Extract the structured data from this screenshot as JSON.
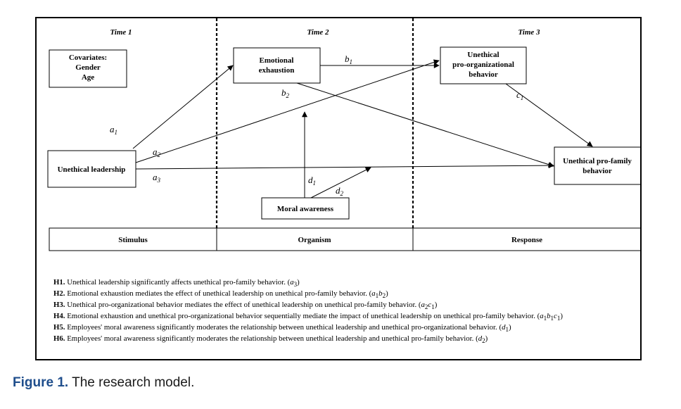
{
  "times": {
    "t1": "Time 1",
    "t2": "Time 2",
    "t3": "Time 3"
  },
  "boxes": {
    "covariates": [
      "Covariates:",
      "Gender",
      "Age"
    ],
    "leadership": [
      "Unethical leadership"
    ],
    "exhaustion": [
      "Emotional",
      "exhaustion"
    ],
    "upob": [
      "Unethical",
      "pro-organizational",
      "behavior"
    ],
    "upfb": [
      "Unethical pro-family",
      "behavior"
    ],
    "moral": [
      "Moral awareness"
    ]
  },
  "paths": {
    "a1": {
      "l": "a",
      "s": "1"
    },
    "a2": {
      "l": "a",
      "s": "2"
    },
    "a3": {
      "l": "a",
      "s": "3"
    },
    "b1": {
      "l": "b",
      "s": "1"
    },
    "b2": {
      "l": "b",
      "s": "2"
    },
    "c1": {
      "l": "c",
      "s": "1"
    },
    "d1": {
      "l": "d",
      "s": "1"
    },
    "d2": {
      "l": "d",
      "s": "2"
    }
  },
  "sor": {
    "stimulus": "Stimulus",
    "organism": "Organism",
    "response": "Response"
  },
  "hypotheses": [
    {
      "id": "H1.",
      "text": " Unethical leadership significantly affects unethical pro-family behavior. ",
      "code": [
        [
          "a",
          "3"
        ]
      ]
    },
    {
      "id": "H2.",
      "text": " Emotional exhaustion mediates the effect of unethical leadership on unethical pro-family behavior. ",
      "code": [
        [
          "a",
          "1"
        ],
        [
          "b",
          "2"
        ]
      ]
    },
    {
      "id": "H3.",
      "text": " Unethical pro-organizational behavior mediates the effect of unethical leadership on unethical pro-family behavior. ",
      "code": [
        [
          "a",
          "2"
        ],
        [
          "c",
          "1"
        ]
      ]
    },
    {
      "id": "H4.",
      "text": " Emotional exhaustion and unethical pro-organizational behavior sequentially mediate the impact of unethical leadership on unethical pro-family behavior. ",
      "code": [
        [
          "a",
          "1"
        ],
        [
          "b",
          "1"
        ],
        [
          "c",
          "1"
        ]
      ]
    },
    {
      "id": "H5.",
      "text": " Employees' moral awareness significantly moderates the relationship between unethical leadership and unethical pro-organizational behavior. ",
      "code": [
        [
          "d",
          "1"
        ]
      ]
    },
    {
      "id": "H6.",
      "text": " Employees' moral awareness significantly moderates the relationship between unethical leadership and unethical pro-family behavior. ",
      "code": [
        [
          "d",
          "2"
        ]
      ]
    }
  ],
  "caption": {
    "label": "Figure 1.",
    "text": " The research model."
  }
}
